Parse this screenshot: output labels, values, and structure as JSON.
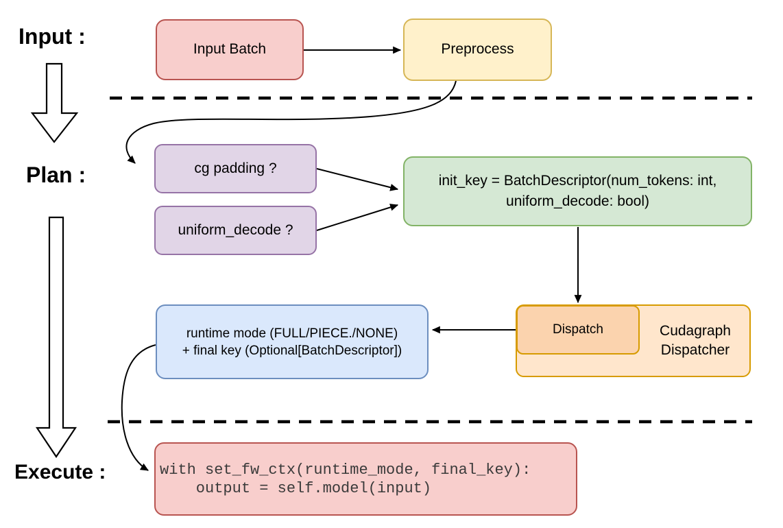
{
  "stage_labels": {
    "input": "Input :",
    "plan": "Plan :",
    "execute": "Execute :"
  },
  "nodes": {
    "input_batch": {
      "label": "Input Batch"
    },
    "preprocess": {
      "label": "Preprocess"
    },
    "cg_padding": {
      "label": "cg padding ?"
    },
    "uniform_decode": {
      "label": "uniform_decode ?"
    },
    "init_key": {
      "line1": "init_key = BatchDescriptor(num_tokens: int,",
      "line2": "uniform_decode: bool)"
    },
    "dispatch": {
      "label": "Dispatch"
    },
    "cudagraph_dispatcher": {
      "line1": "Cudagraph",
      "line2": "Dispatcher"
    },
    "runtime_result": {
      "line1": "runtime mode (FULL/PIECE./NONE)",
      "line2": "+ final key (Optional[BatchDescriptor])"
    },
    "execute_code": {
      "line1": "with set_fw_ctx(runtime_mode, final_key):",
      "line2": "    output = self.model(input)"
    }
  },
  "colors": {
    "pink_fill": "#f8cecc",
    "pink_border": "#b85450",
    "yellow_fill": "#fff1cb",
    "yellow_border": "#d6b656",
    "purple_fill": "#e1d5e7",
    "purple_border": "#9673a6",
    "green_fill": "#d5e8d4",
    "green_border": "#82b366",
    "blue_fill": "#dae8fc",
    "blue_border": "#6c8ebf",
    "orange_outer_fill": "#ffe6cc",
    "orange_inner_fill": "#fbd3ae",
    "orange_border": "#d79b00",
    "connector": "#000000"
  }
}
